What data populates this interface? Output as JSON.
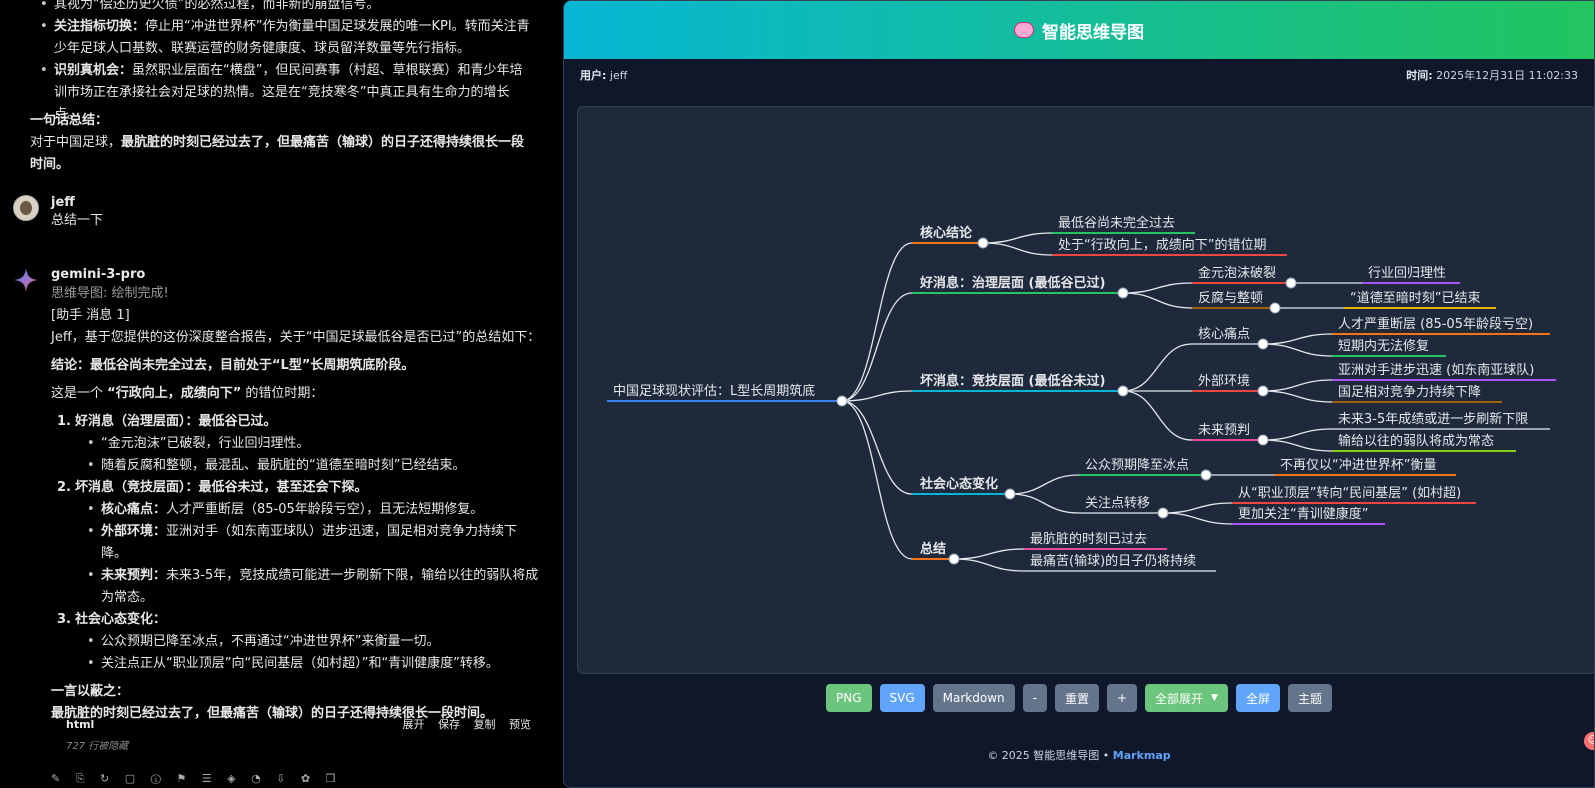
{
  "chat": {
    "top_bullets": [
      {
        "lead": "",
        "text": "其视为“偿还历史欠债”的必然过程，而非新的崩盘信号。"
      },
      {
        "lead": "关注指标切换：",
        "text": "停止用“冲进世界杯”作为衡量中国足球发展的唯一KPI。转而关注青少年足球人口基数、联赛运营的财务健康度、球员留洋数量等先行指标。"
      },
      {
        "lead": "识别真机会：",
        "text": "虽然职业层面在“横盘”，但民间赛事（村超、草根联赛）和青少年培训市场正在承接社会对足球的热情。这是在“竞技寒冬”中真正具有生命力的增长点。"
      }
    ],
    "summary_title": "一句话总结：",
    "summary_plain": "对于中国足球，",
    "summary_bold": "最肮脏的时刻已经过去了，但最痛苦（输球）的日子还得持续很长一段时间。",
    "user_name": "jeff",
    "user_message": "总结一下",
    "bot_name": "gemini-3-pro",
    "bot_status": "思维导图: 绘制完成!",
    "bot_tag": "[助手 消息 1]",
    "bot_intro": "Jeff，基于您提供的这份深度整合报告，关于“中国足球最低谷是否已过”的总结如下：",
    "conclusion": "结论：最低谷尚未完全过去，目前处于“L型”长周期筑底阶段。",
    "period_pre": "这是一个",
    "period_bold": "“行政向上，成绩向下”",
    "period_post": "的错位时期：",
    "points": [
      {
        "num": "1.",
        "title": "好消息（治理层面）：最低谷已过。",
        "items": [
          {
            "lead": "",
            "text": "“金元泡沫”已破裂，行业回归理性。"
          },
          {
            "lead": "",
            "text": "随着反腐和整顿，最混乱、最肮脏的“道德至暗时刻”已经结束。"
          }
        ]
      },
      {
        "num": "2.",
        "title": "坏消息（竞技层面）：最低谷未过，甚至还会下探。",
        "items": [
          {
            "lead": "核心痛点：",
            "text": "人才严重断层（85-05年龄段亏空），且无法短期修复。"
          },
          {
            "lead": "外部环境：",
            "text": "亚洲对手（如东南亚球队）进步迅速，国足相对竞争力持续下降。"
          },
          {
            "lead": "未来预判：",
            "text": "未来3-5年，竞技成绩可能进一步刷新下限，输给以往的弱队将成为常态。"
          }
        ]
      },
      {
        "num": "3.",
        "title": "社会心态变化：",
        "items": [
          {
            "lead": "",
            "text": "公众预期已降至冰点，不再通过“冲进世界杯”来衡量一切。"
          },
          {
            "lead": "",
            "text": "关注点正从“职业顶层”向“民间基层（如村超）”和“青训健康度”转移。"
          }
        ]
      }
    ],
    "final_title": "一言以蔽之：",
    "final_text": "最肮脏的时刻已经过去了，但最痛苦（输球）的日子还得持续很长一段时间。",
    "code_lang": "html",
    "code_actions": [
      "展开",
      "保存",
      "复制",
      "预览"
    ],
    "code_hidden": "727 行被隐藏"
  },
  "panel": {
    "title": "智能思维导图",
    "user_label": "用户:",
    "user_value": "jeff",
    "time_label": "时间:",
    "time_value": "2025年12月31日 11:02:33",
    "buttons": [
      {
        "label": "PNG",
        "style": "green"
      },
      {
        "label": "SVG",
        "style": "blue"
      },
      {
        "label": "Markdown",
        "style": "gray"
      },
      {
        "label": "-",
        "style": "gray"
      },
      {
        "label": "重置",
        "style": "gray"
      },
      {
        "label": "+",
        "style": "gray"
      },
      {
        "label": "全部展开",
        "style": "green",
        "caret": true
      },
      {
        "label": "全屏",
        "style": "blue"
      },
      {
        "label": "主题",
        "style": "gray"
      }
    ],
    "footer_text": "© 2025 智能思维导图 •",
    "footer_link": "Markmap"
  },
  "mindmap": {
    "root": {
      "label": "中国足球现状评估：L型长周期筑底",
      "color": "#3b82f6"
    },
    "branches": [
      {
        "label": "核心结论",
        "color": "#f97316",
        "children": [
          {
            "label": "最低谷尚未完全过去",
            "color": "#22c55e"
          },
          {
            "label": "处于“行政向上，成绩向下”的错位期",
            "color": "#ef4444"
          }
        ]
      },
      {
        "label": "好消息：治理层面 (最低谷已过)",
        "color": "#22c55e",
        "children": [
          {
            "label": "金元泡沫破裂",
            "color": "#ef4444",
            "children": [
              {
                "label": "行业回归理性",
                "color": "#a855f7"
              }
            ]
          },
          {
            "label": "反腐与整顿",
            "color": "#a16207",
            "children": [
              {
                "label": "“道德至暗时刻”已结束",
                "color": "#eab308"
              }
            ]
          }
        ]
      },
      {
        "label": "坏消息：竞技层面 (最低谷未过)",
        "color": "#06b6d4",
        "children": [
          {
            "label": "核心痛点",
            "color": "#9ca3af",
            "children": [
              {
                "label": "人才严重断层 (85-05年龄段亏空)",
                "color": "#f97316"
              },
              {
                "label": "短期内无法修复",
                "color": "#22c55e"
              }
            ]
          },
          {
            "label": "外部环境",
            "color": "#ef4444",
            "children": [
              {
                "label": "亚洲对手进步迅速 (如东南亚球队)",
                "color": "#a855f7"
              },
              {
                "label": "国足相对竞争力持续下降",
                "color": "#a16207"
              }
            ]
          },
          {
            "label": "未来预判",
            "color": "#ec4899",
            "children": [
              {
                "label": "未来3-5年成绩或进一步刷新下限",
                "color": "#9ca3af"
              },
              {
                "label": "输给以往的弱队将成为常态",
                "color": "#84cc16"
              }
            ]
          }
        ]
      },
      {
        "label": "社会心态变化",
        "color": "#06b6d4",
        "children": [
          {
            "label": "公众预期降至冰点",
            "color": "#22c55e",
            "children": [
              {
                "label": "不再仅以“冲进世界杯”衡量",
                "color": "#f97316"
              }
            ]
          },
          {
            "label": "关注点转移",
            "color": "#9ca3af",
            "children": [
              {
                "label": "从“职业顶层”转向“民间基层” (如村超)",
                "color": "#ef4444"
              },
              {
                "label": "更加关注“青训健康度”",
                "color": "#a855f7"
              }
            ]
          }
        ]
      },
      {
        "label": "总结",
        "color": "#f97316",
        "children": [
          {
            "label": "最肮脏的时刻已过去",
            "color": "#ec4899"
          },
          {
            "label": "最痛苦(输球)的日子仍将持续",
            "color": "#9ca3af"
          }
        ]
      }
    ]
  }
}
